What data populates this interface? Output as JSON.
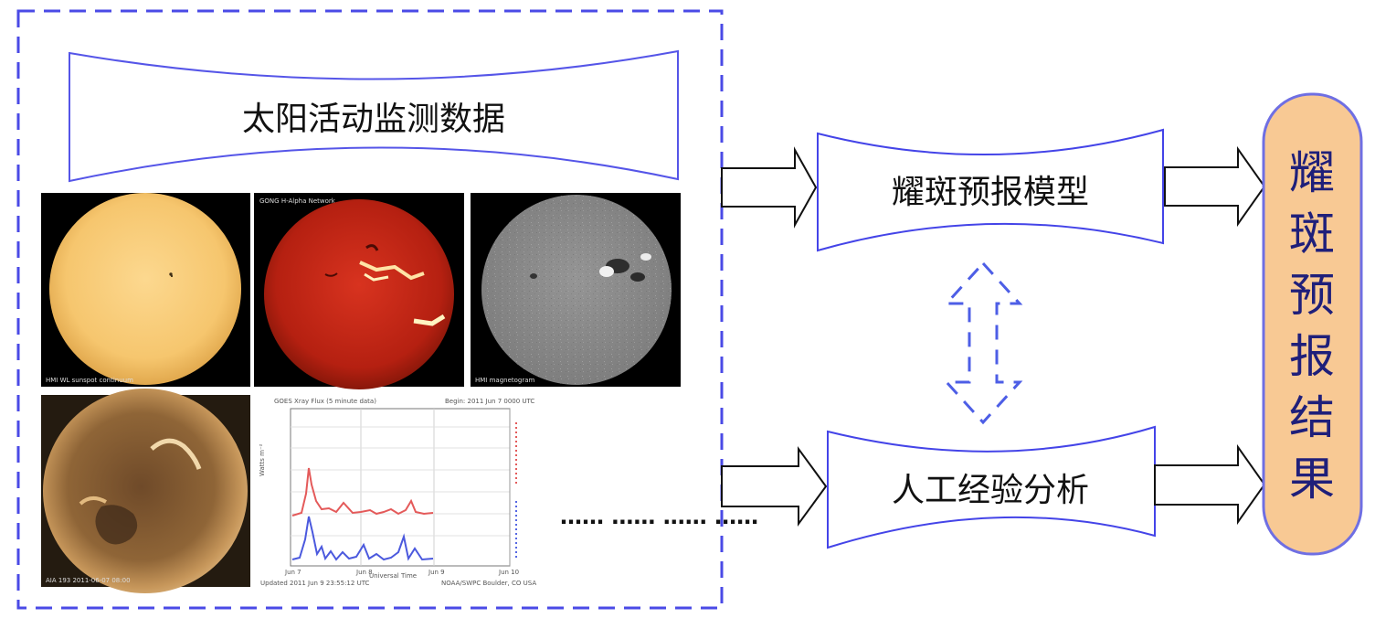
{
  "source": {
    "title": "太阳活动监测数据",
    "ellipsis": "…… …… …… ……",
    "panels": {
      "visible_light": {
        "caption": "HMI WL sunspot continuum"
      },
      "h_alpha": {
        "title": "GONG H-Alpha Network",
        "caption": ""
      },
      "magnetogram": {
        "caption": "HMI magnetogram"
      },
      "euv": {
        "caption": "AIA 193  2011-06-07 08:00"
      },
      "xray_plot": {
        "title": "GOES Xray Flux (5 minute data)",
        "begin": "Begin: 2011 Jun 7 0000 UTC",
        "ylabel": "Watts m⁻²",
        "xlabel": "Universal Time",
        "x_ticks": [
          "Jun 7",
          "Jun 8",
          "Jun 9",
          "Jun 10"
        ],
        "footer_left": "Updated 2011 Jun  9 23:55:12 UTC",
        "footer_right": "NOAA/SWPC Boulder, CO USA"
      }
    }
  },
  "model": {
    "label": "耀斑预报模型"
  },
  "experience": {
    "label": "人工经验分析"
  },
  "result": {
    "chars": [
      "耀",
      "斑",
      "预",
      "报",
      "结",
      "果"
    ]
  },
  "colors": {
    "border_blue": "#4a4ae6",
    "result_fill": "#f8c994",
    "result_stroke": "#6f6fe3",
    "result_text": "#1f1f7a"
  }
}
